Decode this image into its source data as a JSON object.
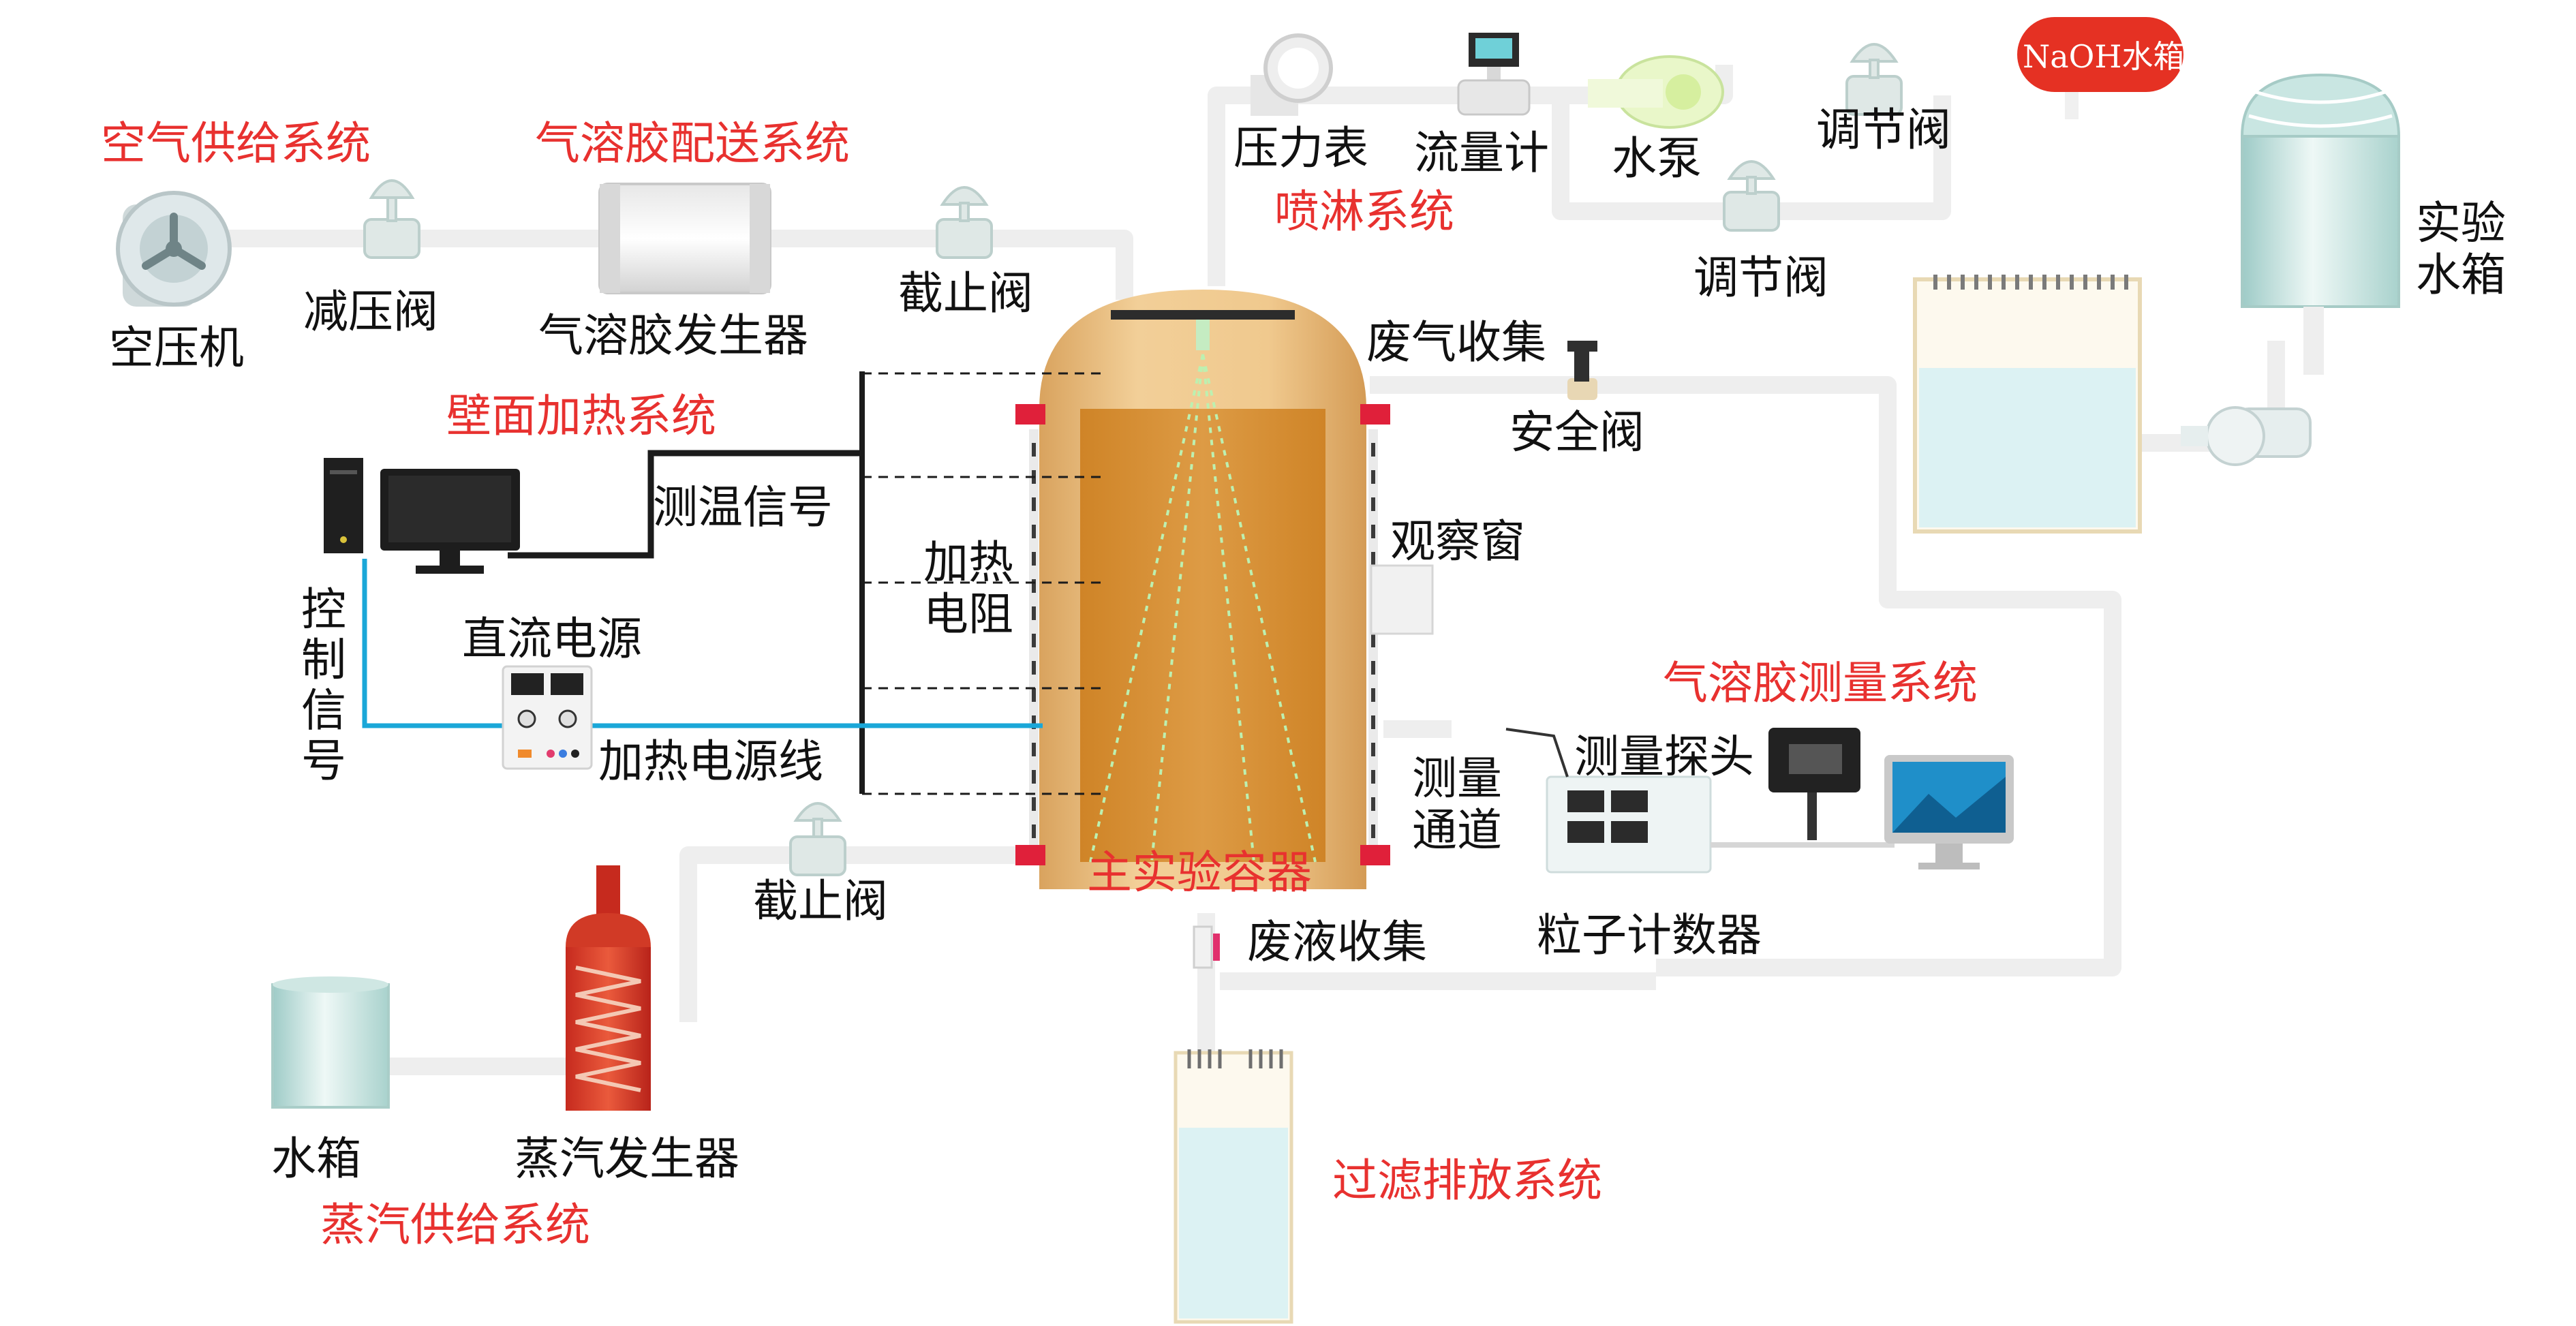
{
  "colors": {
    "system_label": "#e8312f",
    "label": "#111111",
    "pipe": "#eeeeee",
    "vessel_outer": "#e9b978",
    "vessel_inner": "#d78b30",
    "flange": "#e0203a",
    "signal_line": "#1aa7d8",
    "tank_water": "#d9f1f2"
  },
  "systems": {
    "air_supply": "空气供给系统",
    "aerosol_delivery": "气溶胶配送系统",
    "spray": "喷淋系统",
    "wall_heating": "壁面加热系统",
    "aerosol_measurement": "气溶胶测量系统",
    "steam_supply": "蒸汽供给系统",
    "filter_discharge": "过滤排放系统",
    "main_vessel": "主实验容器"
  },
  "components": {
    "air_compressor": "空压机",
    "pressure_reducing_valve": "减压阀",
    "aerosol_generator": "气溶胶发生器",
    "stop_valve_top": "截止阀",
    "pressure_gauge": "压力表",
    "flowmeter": "流量计",
    "water_pump": "水泵",
    "regulating_valve_top": "调节阀",
    "regulating_valve_mid": "调节阀",
    "naoh_tank": "NaOH水箱",
    "experiment_tank": "实验\n水箱",
    "exhaust_collection": "废气收集",
    "safety_valve": "安全阀",
    "temp_signal": "测温信号",
    "heating_resistor": "加热\n电阻",
    "observation_window": "观察窗",
    "control_signal": "控制信号",
    "dc_power": "直流电源",
    "heating_power_line": "加热电源线",
    "measurement_channel": "测量\n通道",
    "measurement_probe": "测量探头",
    "particle_counter": "粒子计数器",
    "stop_valve_bottom": "截止阀",
    "liquid_waste_collection": "废液收集",
    "water_tank": "水箱",
    "steam_generator": "蒸汽发生器"
  }
}
